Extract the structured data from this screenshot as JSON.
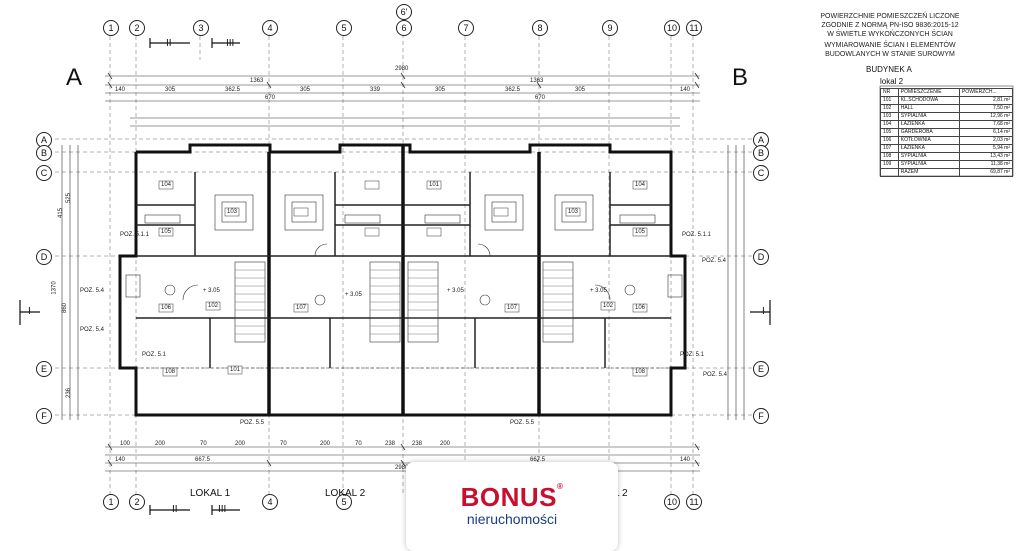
{
  "grid_columns": [
    "1",
    "2",
    "3",
    "4",
    "5",
    "6",
    "7",
    "8",
    "9",
    "10",
    "11"
  ],
  "grid_rows": [
    "A",
    "B",
    "C",
    "D",
    "E",
    "F"
  ],
  "top_extra_axis": "6'",
  "building_side_left": "A",
  "building_side_right": "B",
  "section_marks": {
    "top_left": "II",
    "top_right": "III",
    "bottom_left": "II",
    "bottom_right": "III",
    "left": "I",
    "right": "I"
  },
  "lokal_labels": [
    "LOKAL 1",
    "LOKAL 2",
    "L 2"
  ],
  "dims_top": {
    "overall": "2980",
    "half_left": "1363",
    "half_right": "1363",
    "row1": [
      "140",
      "305",
      "362.5",
      "305",
      "339",
      "305",
      "362.5",
      "305",
      "140"
    ],
    "row2": [
      "670",
      "670"
    ]
  },
  "dims_bottom": {
    "overall": "2980",
    "row1": [
      "140",
      "667.5",
      "667.5",
      "140"
    ],
    "row2": [
      "100",
      "200",
      "70",
      "200",
      "70",
      "200",
      "70",
      "200",
      "238",
      "238"
    ]
  },
  "dims_left": [
    "415",
    "525",
    "1370",
    "860",
    "236"
  ],
  "room_tags_left": [
    "104",
    "103",
    "105",
    "106",
    "108",
    "101",
    "107",
    "102"
  ],
  "room_tags_right": [
    "104",
    "103",
    "105",
    "106",
    "108",
    "101",
    "107",
    "102"
  ],
  "poz_labels": [
    "POZ. 5.1.1",
    "POZ. 5.4",
    "POZ. 5.4",
    "POZ. 5.1",
    "POZ. 5.5",
    "POZ. 5.5",
    "POZ. 5.1.1",
    "POZ. 5.4",
    "POZ. 5.4",
    "POZ. 5.1"
  ],
  "level_marks": [
    "+ 3.05",
    "+ 3.05",
    "+ 3.05",
    "+ 3.05"
  ],
  "info": {
    "note_lines": [
      "POWIERZCHNIE POMIESZCZEŃ LICZONE",
      "ZGODNIE Z NORMĄ PN-ISO 9836:2015-12",
      "W ŚWIETLE WYKOŃCZONYCH ŚCIAN"
    ],
    "dim_note_lines": [
      "WYMIAROWANIE ŚCIAN I ELEMENTÓW",
      "BUDOWLANYCH W STANIE SUROWYM"
    ],
    "building": "BUDYNEK A",
    "unit": "lokal 2"
  },
  "room_table": {
    "headers": [
      "NR",
      "POMIESZCZENIE",
      "POWIERZCH..."
    ],
    "rows": [
      [
        "101",
        "KL.SCHODOWA",
        "2,81 m²"
      ],
      [
        "102",
        "HALL",
        "7,50 m²"
      ],
      [
        "103",
        "SYPIALNIA",
        "12,96 m²"
      ],
      [
        "104",
        "ŁAZIENKA",
        "7,68 m²"
      ],
      [
        "105",
        "GARDEROBA",
        "6,14 m²"
      ],
      [
        "106",
        "KOTŁOWNIA",
        "2,03 m²"
      ],
      [
        "107",
        "ŁAZIENKA",
        "5,94 m²"
      ],
      [
        "108",
        "SYPIALNIA",
        "13,43 m²"
      ],
      [
        "109",
        "SYPIALNIA",
        "11,38 m²"
      ]
    ],
    "total_label": "RAZEM",
    "total_value": "69,87 m²"
  },
  "logo": {
    "brand": "BONUS",
    "reg": "®",
    "sub": "nieruchomości",
    "brand_color": "#c8102e",
    "sub_color": "#1a3d7c"
  }
}
